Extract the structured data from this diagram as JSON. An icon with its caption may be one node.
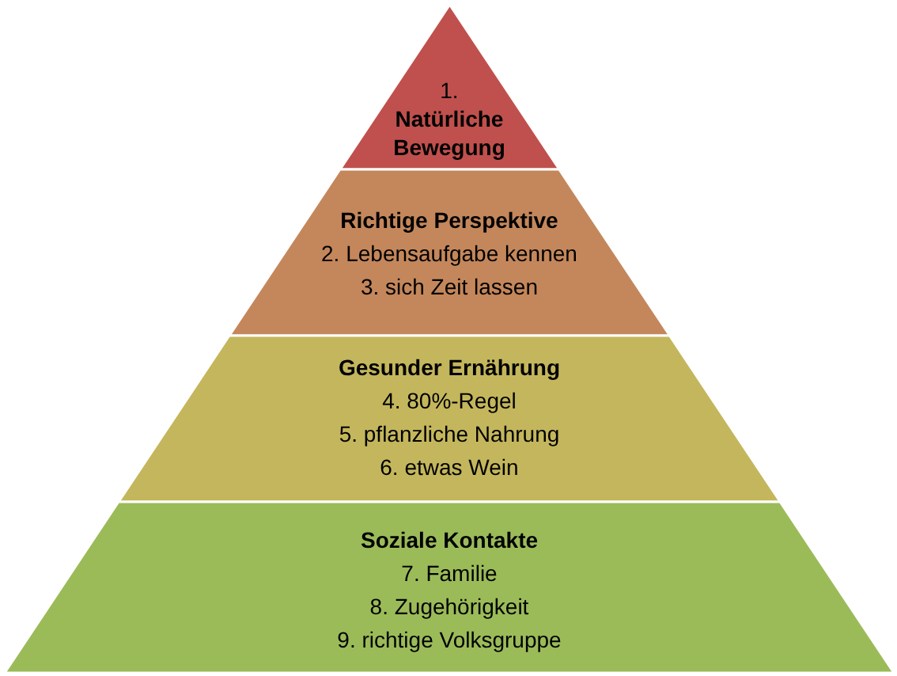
{
  "diagram": {
    "nodes": [
      {
        "text": [
          "1. **Natürliche Bewegung**"
        ]
      },
      {
        "text": [
          "Richtige Perspektive",
          "2. Lebensaufgabe kennen",
          "3. sich Zeit lassen"
        ]
      },
      {
        "text": [
          "Gesunder Ernährung",
          "4. 80%-Regel",
          "5. pflanzliche Nahrung",
          "6. etwas Wein"
        ]
      },
      {
        "text": [
          "Soziale Kontakte",
          "7. Familie",
          "8. Zugehörigkeit",
          "9. richtige Volksgruppe"
        ]
      }
    ]
  }
}
